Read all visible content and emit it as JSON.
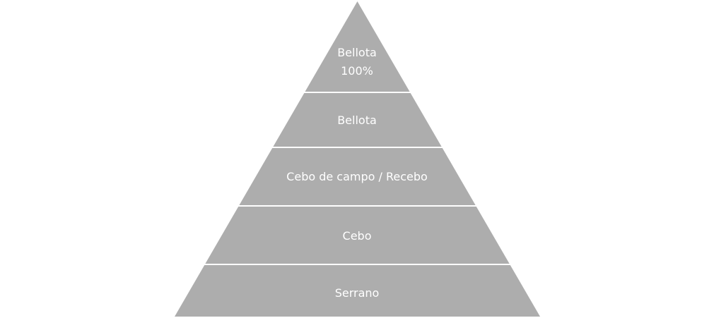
{
  "diagram": {
    "type": "pyramid",
    "fill_color": "#adadad",
    "separator_color": "#ffffff",
    "levels": [
      {
        "line1": "Bellota",
        "line2": "100%"
      },
      {
        "line1": "Bellota"
      },
      {
        "line1": "Cebo de campo / Recebo"
      },
      {
        "line1": "Cebo"
      },
      {
        "line1": "Serrano"
      }
    ]
  }
}
